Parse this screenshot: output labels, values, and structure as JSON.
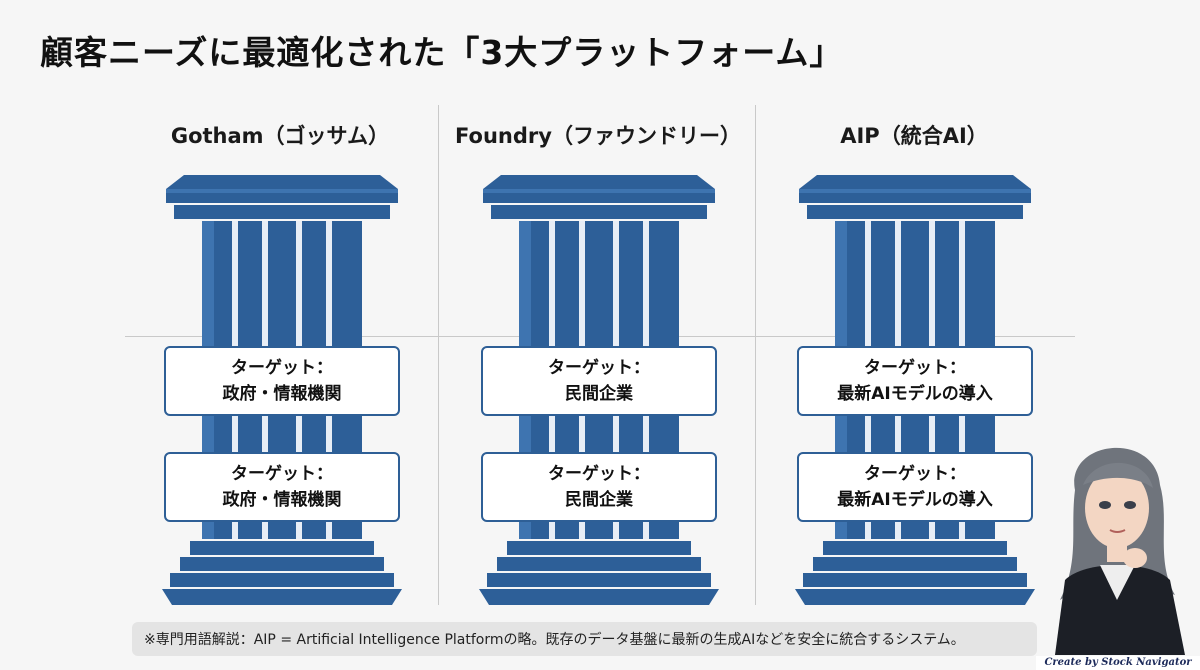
{
  "title": "顧客ニーズに最適化された「3大プラットフォーム」",
  "columns": [
    {
      "heading": "Gotham（ゴッサム）",
      "cards": [
        {
          "line1": "ターゲット：",
          "line2": "政府・情報機関"
        },
        {
          "line1": "ターゲット：",
          "line2": "政府・情報機関"
        }
      ]
    },
    {
      "heading": "Foundry（ファウンドリー）",
      "cards": [
        {
          "line1": "ターゲット：",
          "line2": "民間企業"
        },
        {
          "line1": "ターゲット：",
          "line2": "民間企業"
        }
      ]
    },
    {
      "heading": "AIP（統合AI）",
      "cards": [
        {
          "line1": "ターゲット：",
          "line2": "最新AIモデルの導入"
        },
        {
          "line1": "ターゲット：",
          "line2": "最新AIモデルの導入"
        }
      ]
    }
  ],
  "footnote": "※専門用語解説：AIP = Artificial Intelligence Platformの略。既存のデータ基盤に最新の生成AIなどを安全に統合するシステム。",
  "credit": "Create by Stock Navigator",
  "colors": {
    "pillar": "#2d5f98",
    "pillar_light": "#3f78b6",
    "card_border": "#2e5f96"
  }
}
